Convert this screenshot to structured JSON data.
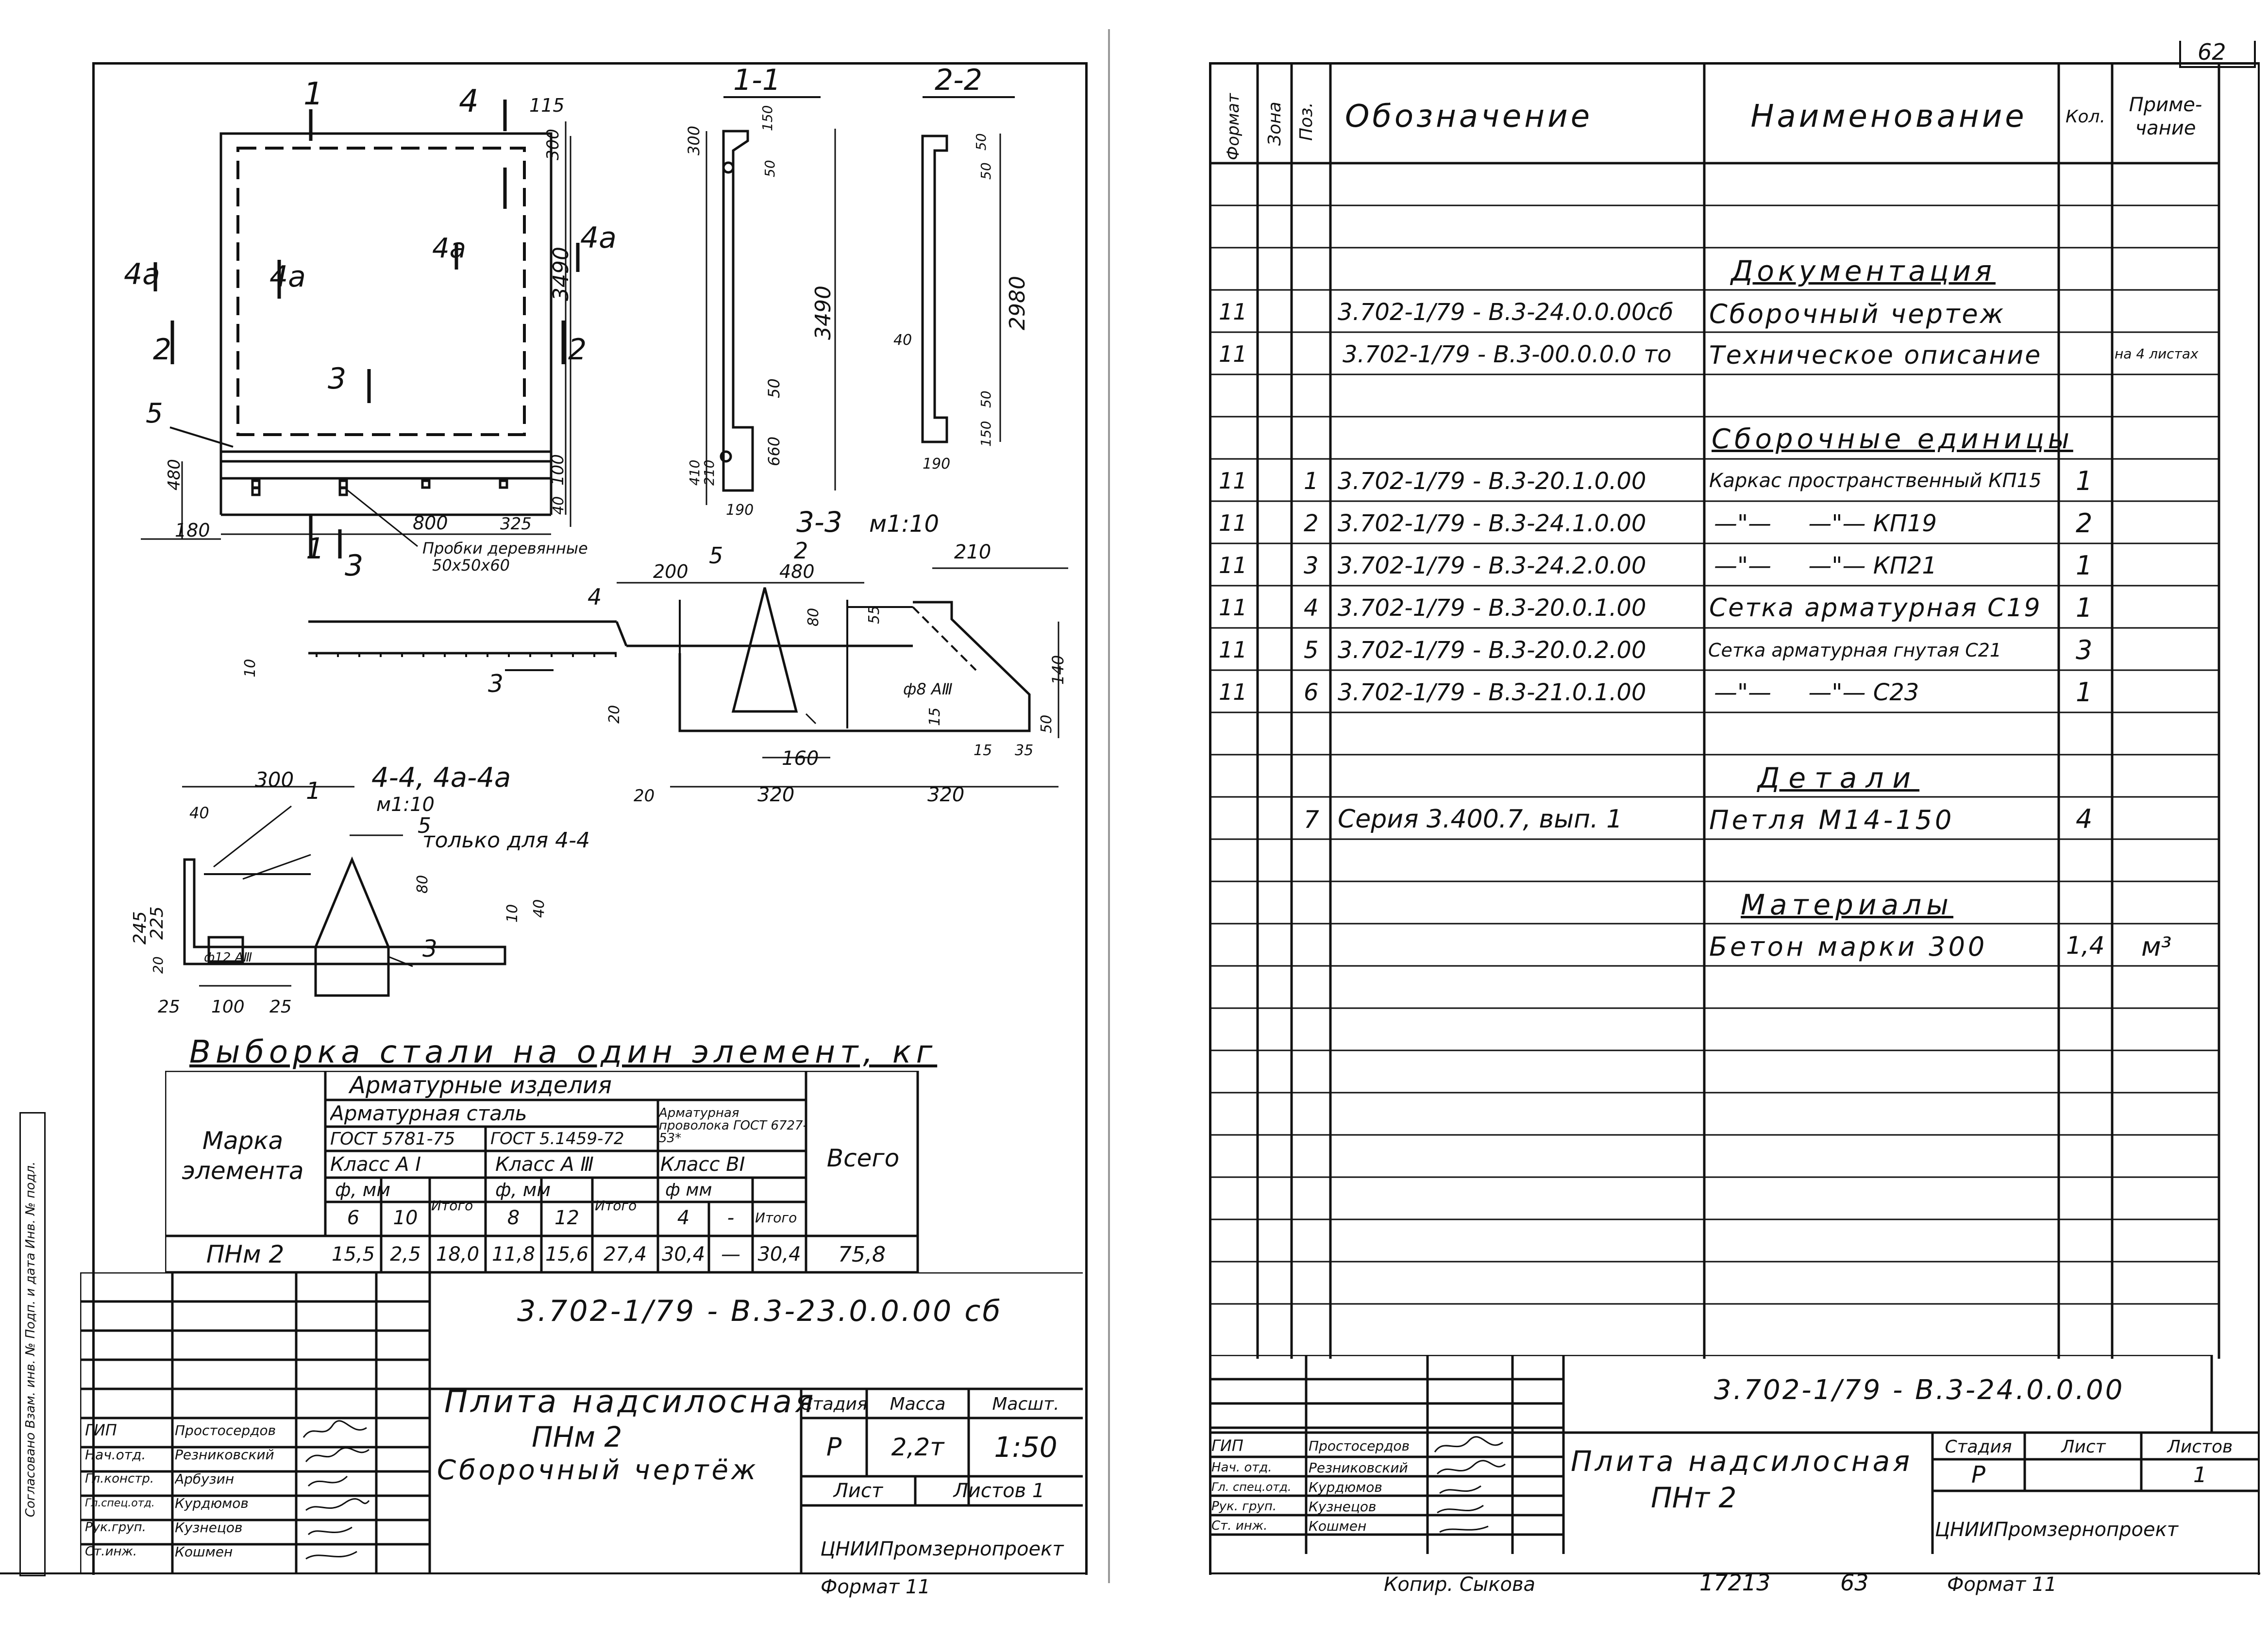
{
  "page_number": "62",
  "left_sheet": {
    "drawing": {
      "plan_cuts": {
        "c1": "1",
        "c2": "2",
        "c3": "3",
        "c4": "4",
        "c4a": "4a"
      },
      "dims_plan": [
        "115",
        "300",
        "3490",
        "100",
        "40",
        "480",
        "180",
        "800",
        "325"
      ],
      "label_5": "5",
      "probki": "Пробки деревянные",
      "probki_size": "50x50x60",
      "sec11_title": "1-1",
      "sec22_title": "2-2",
      "sec11_dims": [
        "300",
        "150",
        "50",
        "3490",
        "50",
        "660",
        "410",
        "210",
        "190"
      ],
      "sec22_dims": [
        "50",
        "50",
        "2980",
        "40",
        "50",
        "150",
        "190"
      ],
      "sec33_title": "3-3",
      "sec33_scale": "м1:10",
      "sec33_dims": [
        "210",
        "200",
        "480",
        "80",
        "55",
        "140",
        "50",
        "15",
        "15",
        "35",
        "160",
        "320",
        "320",
        "20",
        "20",
        "10"
      ],
      "sec33_rebar": "ф8 АⅢ",
      "sec44_title": "4-4, 4а-4а",
      "sec44_scale": "м1:10",
      "sec44_note": "только для 4-4",
      "sec44_dims": [
        "300",
        "40",
        "245",
        "225",
        "20",
        "25",
        "100",
        "25",
        "80",
        "10",
        "40"
      ],
      "sec44_rebar": "ф12 АⅢ"
    },
    "steel_table": {
      "title": "Выборка стали на один элемент, кг",
      "h_armatura_izdeliya": "Арматурные изделия",
      "h_armatura_stal": "Арматурная сталь",
      "h_provoloka": "Арматурная проволока ГОСТ 6727-53*",
      "h_gost1": "ГОСТ 5781-75",
      "h_gost2": "ГОСТ 5.1459-72",
      "h_klass1": "Класс А I",
      "h_klass2": "Класс А Ⅲ",
      "h_klass3": "Класс ВI",
      "h_diam": "ф, мм",
      "h_diam2": "ф, мм",
      "h_diam3": "ф мм",
      "h_itogo": "Итого",
      "h_marka": "Марка элемента",
      "h_vsego": "Всего",
      "d6": "6",
      "d10": "10",
      "d8": "8",
      "d12": "12",
      "d4": "4",
      "ddash": "-",
      "row": [
        "ПНм 2",
        "15,5",
        "2,5",
        "18,0",
        "11,8",
        "15,6",
        "27,4",
        "30,4",
        "—",
        "30,4",
        "75,8"
      ]
    },
    "stamp": {
      "code": "3.702-1/79 - В.3-23.0.0.00 сб",
      "title1": "Плита надсилосная",
      "title2": "ПНм 2",
      "title3": "Сборочный чертёж",
      "h_stadiya": "Стадия",
      "h_massa": "Масса",
      "h_masshtab": "Масшт.",
      "stadiya": "Р",
      "massa": "2,2т",
      "masshtab": "1:50",
      "list": "Лист",
      "listov": "Листов 1",
      "org": "ЦНИИПромзернопроект",
      "roles": [
        "ГИП",
        "Нач.отд.",
        "Гл.констр.",
        "Гл.спец.отд.",
        "Рук.груп.",
        "Ст.инж."
      ],
      "names": [
        "Простосердов",
        "Резниковский",
        "Арбузин",
        "Курдюмов",
        "Кузнецов",
        "Кошмен"
      ]
    },
    "format": "Формат 11"
  },
  "right_sheet": {
    "spec_headers": {
      "format": "Формат",
      "zona": "Зона",
      "poz": "Поз.",
      "oboz": "Обозначение",
      "naim": "Наименование",
      "kol": "Кол.",
      "prim": "Приме- чание"
    },
    "rows": [
      {
        "f": "",
        "z": "",
        "p": "",
        "o": "",
        "n": "",
        "k": "",
        "r": "",
        "type": "blank"
      },
      {
        "f": "",
        "z": "",
        "p": "",
        "o": "",
        "n": "",
        "k": "",
        "r": "",
        "type": "blank"
      },
      {
        "f": "",
        "z": "",
        "p": "",
        "o": "",
        "n": "Документация",
        "k": "",
        "r": "",
        "type": "section"
      },
      {
        "f": "11",
        "z": "",
        "p": "",
        "o": "3.702-1/79 - В.3-24.0.0.00сб",
        "n": "Сборочный чертеж",
        "k": "",
        "r": "",
        "type": "row"
      },
      {
        "f": "11",
        "z": "",
        "p": "",
        "o": "3.702-1/79 - В.3-00.0.0.0 то",
        "n": "Техническое описание",
        "k": "",
        "r": "на 4 листах",
        "type": "row"
      },
      {
        "f": "",
        "z": "",
        "p": "",
        "o": "",
        "n": "",
        "k": "",
        "r": "",
        "type": "blank"
      },
      {
        "f": "",
        "z": "",
        "p": "",
        "o": "",
        "n": "Сборочные единицы",
        "k": "",
        "r": "",
        "type": "section"
      },
      {
        "f": "11",
        "z": "",
        "p": "1",
        "o": "3.702-1/79 - В.3-20.1.0.00",
        "n": "Каркас пространственный КП15",
        "k": "1",
        "r": "",
        "type": "row"
      },
      {
        "f": "11",
        "z": "",
        "p": "2",
        "o": "3.702-1/79 - В.3-24.1.0.00",
        "n": "—\"—     —\"— КП19",
        "k": "2",
        "r": "",
        "type": "row"
      },
      {
        "f": "11",
        "z": "",
        "p": "3",
        "o": "3.702-1/79 - В.3-24.2.0.00",
        "n": "—\"—     —\"— КП21",
        "k": "1",
        "r": "",
        "type": "row"
      },
      {
        "f": "11",
        "z": "",
        "p": "4",
        "o": "3.702-1/79 - В.3-20.0.1.00",
        "n": "Сетка арматурная С19",
        "k": "1",
        "r": "",
        "type": "row"
      },
      {
        "f": "11",
        "z": "",
        "p": "5",
        "o": "3.702-1/79 - В.3-20.0.2.00",
        "n": "Сетка арматурная гнутая С21",
        "k": "3",
        "r": "",
        "type": "row"
      },
      {
        "f": "11",
        "z": "",
        "p": "6",
        "o": "3.702-1/79 - В.3-21.0.1.00",
        "n": "—\"—     —\"— С23",
        "k": "1",
        "r": "",
        "type": "row"
      },
      {
        "f": "",
        "z": "",
        "p": "",
        "o": "",
        "n": "",
        "k": "",
        "r": "",
        "type": "blank"
      },
      {
        "f": "",
        "z": "",
        "p": "",
        "o": "",
        "n": "Детали",
        "k": "",
        "r": "",
        "type": "section"
      },
      {
        "f": "",
        "z": "",
        "p": "7",
        "o": "Серия 3.400.7, вып. 1",
        "n": "Петля М14-150",
        "k": "4",
        "r": "",
        "type": "row"
      },
      {
        "f": "",
        "z": "",
        "p": "",
        "o": "",
        "n": "",
        "k": "",
        "r": "",
        "type": "blank"
      },
      {
        "f": "",
        "z": "",
        "p": "",
        "o": "",
        "n": "Материалы",
        "k": "",
        "r": "",
        "type": "section"
      },
      {
        "f": "",
        "z": "",
        "p": "",
        "o": "",
        "n": "Бетон марки 300",
        "k": "1,4",
        "r": "м³",
        "type": "row"
      }
    ],
    "stamp": {
      "code": "3.702-1/79 - В.3-24.0.0.00",
      "title1": "Плита надсилосная",
      "title2": "ПНт 2",
      "h_stadiya": "Стадия",
      "h_list": "Лист",
      "h_listov": "Листов",
      "stadiya": "Р",
      "listov": "1",
      "org": "ЦНИИПромзернопроект",
      "roles": [
        "ГИП",
        "Нач. отд.",
        "Гл. спец.отд.",
        "Рук. груп.",
        "Ст. инж."
      ],
      "names": [
        "Простосердов",
        "Резниковский",
        "Курдюмов",
        "Кузнецов",
        "Кошмен"
      ]
    },
    "footer": {
      "kopiya": "Копир.   Сыкова",
      "num": "17213",
      "page": "63",
      "format": "Формат 11"
    }
  },
  "margin_stamp": "Согласовано  Взам. инв. №  Подп. и дата  Инв. № подл."
}
